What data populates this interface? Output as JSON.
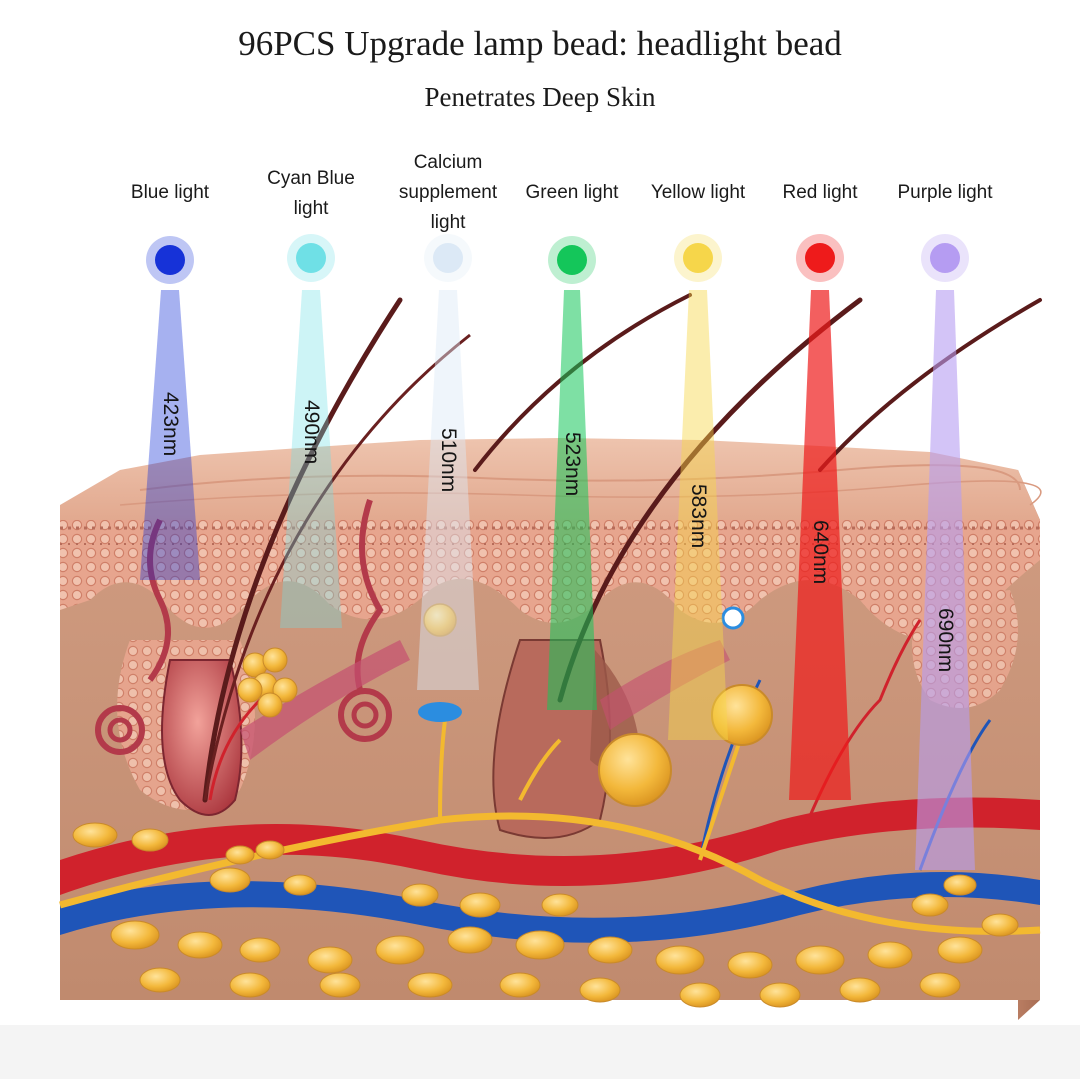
{
  "header": {
    "title": "96PCS Upgrade lamp bead: headlight bead",
    "subtitle": "Penetrates Deep Skin"
  },
  "lights": [
    {
      "label": "Blue light",
      "wavelength": "423nm",
      "color": "#1632d8"
    },
    {
      "label": "Cyan Blue\nlight",
      "wavelength": "490nm",
      "color": "#6fe0e6"
    },
    {
      "label": "Calcium\nsupplement\nlight",
      "wavelength": "510nm",
      "color": "#dce9f6"
    },
    {
      "label": "Green light",
      "wavelength": "523nm",
      "color": "#14c65a"
    },
    {
      "label": "Yellow light",
      "wavelength": "583nm",
      "color": "#f6d64a"
    },
    {
      "label": "Red light",
      "wavelength": "640nm",
      "color": "#ee1b1b"
    },
    {
      "label": "Purple light",
      "wavelength": "690nm",
      "color": "#b59cf2"
    }
  ],
  "colors": {
    "skin_surface": "#e8b9a2",
    "epidermis": "#e39c86",
    "dermis": "#c99478",
    "artery": "#d0222c",
    "vein": "#1f55b8",
    "nerve": "#f3b92f",
    "fat": "#f1b33a"
  }
}
